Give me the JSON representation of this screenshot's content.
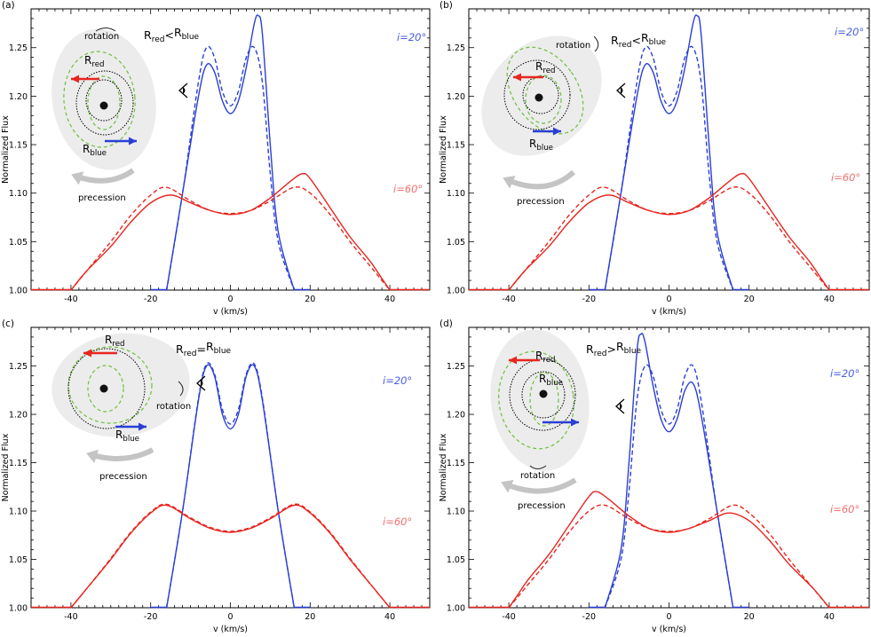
{
  "figure_colors": {
    "red": "#e8251f",
    "blue": "#2a3fd6",
    "red_label": "#f07070",
    "blue_label": "#4a5fe6",
    "green": "#6fbf3f",
    "disk": "#ececec",
    "arrow_gray": "#c4c4c4"
  },
  "panels": [
    {
      "tag": "(a)",
      "relation": {
        "left": "R",
        "left_sub": "red",
        "op": "<",
        "right": "R",
        "right_sub": "blue"
      },
      "label_rred": "R",
      "label_rred_sub": "red",
      "label_rblue": "R",
      "label_rblue_sub": "blue",
      "label_rotation": "rotation",
      "label_precession": "precession",
      "i20_label": "i=20°",
      "i60_label": "i=60°"
    },
    {
      "tag": "(b)",
      "relation": {
        "left": "R",
        "left_sub": "red",
        "op": "<",
        "right": "R",
        "right_sub": "blue"
      },
      "label_rred": "R",
      "label_rred_sub": "red",
      "label_rblue": "R",
      "label_rblue_sub": "blue",
      "label_rotation": "rotation",
      "label_precession": "precession",
      "i20_label": "i=20°",
      "i60_label": "i=60°"
    },
    {
      "tag": "(c)",
      "relation": {
        "left": "R",
        "left_sub": "red",
        "op": "=",
        "right": "R",
        "right_sub": "blue"
      },
      "label_rred": "R",
      "label_rred_sub": "red",
      "label_rblue": "R",
      "label_rblue_sub": "blue",
      "label_rotation": "rotation",
      "label_precession": "precession",
      "i20_label": "i=20°",
      "i60_label": "i=60°"
    },
    {
      "tag": "(d)",
      "relation": {
        "left": "R",
        "left_sub": "red",
        "op": ">",
        "right": "R",
        "right_sub": "blue"
      },
      "label_rred": "R",
      "label_rred_sub": "red",
      "label_rblue": "R",
      "label_rblue_sub": "blue",
      "label_rotation": "rotation",
      "label_precession": "precession",
      "i20_label": "i=20°",
      "i60_label": "i=60°"
    }
  ],
  "chart_data": [
    {
      "type": "line",
      "xlabel": "v (km/s)",
      "ylabel": "Normalized Flux",
      "xlim": [
        -50,
        50
      ],
      "ylim": [
        1.0,
        1.29
      ],
      "xticks": [
        -40,
        -20,
        0,
        20,
        40
      ],
      "yticks": [
        1.0,
        1.05,
        1.1,
        1.15,
        1.2,
        1.25
      ],
      "series": [
        {
          "name": "i=20°",
          "style": "solid",
          "color": "blue",
          "x": [
            -16,
            -12,
            -8,
            -6,
            -4,
            -2,
            0,
            2,
            4,
            6,
            7,
            8,
            10,
            12,
            16
          ],
          "y": [
            1.0,
            1.1,
            1.2,
            1.232,
            1.225,
            1.195,
            1.182,
            1.195,
            1.23,
            1.275,
            1.283,
            1.265,
            1.15,
            1.06,
            1.0
          ]
        },
        {
          "style": "dashed",
          "color": "blue",
          "x": [
            -16,
            -12,
            -8,
            -6,
            -4,
            -2,
            0,
            2,
            4,
            6,
            8,
            10,
            12,
            16
          ],
          "y": [
            1.0,
            1.1,
            1.215,
            1.25,
            1.24,
            1.205,
            1.19,
            1.205,
            1.24,
            1.25,
            1.215,
            1.12,
            1.05,
            1.0
          ]
        },
        {
          "name": "i=60°",
          "style": "solid",
          "color": "red",
          "x": [
            -40,
            -36,
            -30,
            -25,
            -20,
            -15,
            -10,
            -5,
            0,
            5,
            10,
            15,
            18,
            20,
            25,
            30,
            35,
            38,
            40
          ],
          "y": [
            1.0,
            1.02,
            1.045,
            1.07,
            1.09,
            1.098,
            1.09,
            1.082,
            1.078,
            1.082,
            1.095,
            1.112,
            1.12,
            1.115,
            1.085,
            1.055,
            1.03,
            1.012,
            1.0
          ]
        },
        {
          "style": "dashed",
          "color": "red",
          "x": [
            -40,
            -36,
            -30,
            -25,
            -20,
            -16,
            -10,
            -5,
            0,
            5,
            10,
            16,
            20,
            25,
            30,
            35,
            38,
            40
          ],
          "y": [
            1.0,
            1.02,
            1.05,
            1.077,
            1.098,
            1.106,
            1.092,
            1.082,
            1.079,
            1.082,
            1.092,
            1.106,
            1.1,
            1.078,
            1.05,
            1.025,
            1.01,
            1.0
          ]
        }
      ]
    },
    {
      "type": "line",
      "xlabel": "v (km/s)",
      "ylabel": "Normalized Flux",
      "xlim": [
        -50,
        50
      ],
      "ylim": [
        1.0,
        1.29
      ],
      "xticks": [
        -40,
        -20,
        0,
        20,
        40
      ],
      "yticks": [
        1.0,
        1.05,
        1.1,
        1.15,
        1.2,
        1.25
      ],
      "series": [
        {
          "name": "i=20°",
          "style": "solid",
          "color": "blue",
          "x": [
            -16,
            -12,
            -8,
            -6,
            -4,
            -2,
            0,
            2,
            4,
            6,
            7,
            8,
            10,
            12,
            16
          ],
          "y": [
            1.0,
            1.1,
            1.2,
            1.232,
            1.225,
            1.195,
            1.182,
            1.195,
            1.23,
            1.275,
            1.283,
            1.265,
            1.15,
            1.06,
            1.0
          ]
        },
        {
          "style": "dashed",
          "color": "blue",
          "x": [
            -16,
            -12,
            -8,
            -6,
            -4,
            -2,
            0,
            2,
            4,
            6,
            8,
            10,
            12,
            16
          ],
          "y": [
            1.0,
            1.1,
            1.215,
            1.25,
            1.24,
            1.205,
            1.19,
            1.205,
            1.24,
            1.25,
            1.215,
            1.12,
            1.05,
            1.0
          ]
        },
        {
          "name": "i=60°",
          "style": "solid",
          "color": "red",
          "x": [
            -40,
            -36,
            -30,
            -25,
            -20,
            -15,
            -10,
            -5,
            0,
            5,
            10,
            15,
            18,
            20,
            25,
            30,
            35,
            38,
            40
          ],
          "y": [
            1.0,
            1.02,
            1.045,
            1.07,
            1.09,
            1.098,
            1.09,
            1.082,
            1.078,
            1.082,
            1.095,
            1.112,
            1.12,
            1.115,
            1.085,
            1.055,
            1.03,
            1.012,
            1.0
          ]
        },
        {
          "style": "dashed",
          "color": "red",
          "x": [
            -40,
            -36,
            -30,
            -25,
            -20,
            -16,
            -10,
            -5,
            0,
            5,
            10,
            16,
            20,
            25,
            30,
            35,
            38,
            40
          ],
          "y": [
            1.0,
            1.02,
            1.05,
            1.077,
            1.098,
            1.106,
            1.092,
            1.082,
            1.079,
            1.082,
            1.092,
            1.106,
            1.1,
            1.078,
            1.05,
            1.025,
            1.01,
            1.0
          ]
        }
      ]
    },
    {
      "type": "line",
      "xlabel": "v (km/s)",
      "ylabel": "Normalized Flux",
      "xlim": [
        -50,
        50
      ],
      "ylim": [
        1.0,
        1.29
      ],
      "xticks": [
        -40,
        -20,
        0,
        20,
        40
      ],
      "yticks": [
        1.0,
        1.05,
        1.1,
        1.15,
        1.2,
        1.25
      ],
      "series": [
        {
          "name": "i=20°",
          "style": "solid",
          "color": "blue",
          "x": [
            -16,
            -12,
            -8,
            -6,
            -4,
            -2,
            0,
            2,
            4,
            6,
            8,
            12,
            16
          ],
          "y": [
            1.0,
            1.1,
            1.215,
            1.25,
            1.24,
            1.2,
            1.185,
            1.2,
            1.24,
            1.25,
            1.215,
            1.1,
            1.0
          ]
        },
        {
          "style": "dashed",
          "color": "blue",
          "x": [
            -16,
            -12,
            -8,
            -6,
            -4,
            -2,
            0,
            2,
            4,
            6,
            8,
            12,
            16
          ],
          "y": [
            1.0,
            1.1,
            1.217,
            1.252,
            1.242,
            1.205,
            1.19,
            1.205,
            1.242,
            1.252,
            1.217,
            1.1,
            1.0
          ]
        },
        {
          "name": "i=60°",
          "style": "solid",
          "color": "red",
          "x": [
            -40,
            -36,
            -30,
            -25,
            -20,
            -16,
            -10,
            -5,
            0,
            5,
            10,
            16,
            20,
            25,
            30,
            36,
            40
          ],
          "y": [
            1.0,
            1.02,
            1.05,
            1.077,
            1.098,
            1.106,
            1.092,
            1.082,
            1.078,
            1.082,
            1.092,
            1.106,
            1.098,
            1.077,
            1.05,
            1.02,
            1.0
          ]
        },
        {
          "style": "dashed",
          "color": "red",
          "x": [
            -40,
            -36,
            -30,
            -25,
            -20,
            -16,
            -10,
            -5,
            0,
            5,
            10,
            16,
            20,
            25,
            30,
            36,
            40
          ],
          "y": [
            1.0,
            1.02,
            1.051,
            1.078,
            1.099,
            1.107,
            1.093,
            1.083,
            1.079,
            1.083,
            1.093,
            1.107,
            1.099,
            1.078,
            1.051,
            1.02,
            1.0
          ]
        }
      ]
    },
    {
      "type": "line",
      "xlabel": "v (km/s)",
      "ylabel": "Normalized Flux",
      "xlim": [
        -50,
        50
      ],
      "ylim": [
        1.0,
        1.29
      ],
      "xticks": [
        -40,
        -20,
        0,
        20,
        40
      ],
      "yticks": [
        1.0,
        1.05,
        1.1,
        1.15,
        1.2,
        1.25
      ],
      "series": [
        {
          "name": "i=20°",
          "style": "solid",
          "color": "blue",
          "x": [
            -16,
            -12,
            -10,
            -8,
            -7,
            -6,
            -4,
            -2,
            0,
            2,
            4,
            6,
            8,
            12,
            16
          ],
          "y": [
            1.0,
            1.06,
            1.15,
            1.265,
            1.283,
            1.275,
            1.23,
            1.195,
            1.182,
            1.195,
            1.225,
            1.232,
            1.2,
            1.1,
            1.0
          ]
        },
        {
          "style": "dashed",
          "color": "blue",
          "x": [
            -16,
            -12,
            -10,
            -8,
            -6,
            -4,
            -2,
            0,
            2,
            4,
            6,
            8,
            12,
            16
          ],
          "y": [
            1.0,
            1.05,
            1.12,
            1.215,
            1.25,
            1.24,
            1.205,
            1.19,
            1.205,
            1.24,
            1.25,
            1.215,
            1.1,
            1.0
          ]
        },
        {
          "name": "i=60°",
          "style": "solid",
          "color": "red",
          "x": [
            -40,
            -38,
            -35,
            -30,
            -25,
            -20,
            -18,
            -15,
            -10,
            -5,
            0,
            5,
            10,
            15,
            20,
            25,
            30,
            36,
            40
          ],
          "y": [
            1.0,
            1.012,
            1.03,
            1.055,
            1.085,
            1.115,
            1.12,
            1.112,
            1.095,
            1.082,
            1.078,
            1.082,
            1.09,
            1.098,
            1.09,
            1.07,
            1.045,
            1.02,
            1.0
          ]
        },
        {
          "style": "dashed",
          "color": "red",
          "x": [
            -40,
            -38,
            -35,
            -30,
            -25,
            -20,
            -16,
            -10,
            -5,
            0,
            5,
            10,
            16,
            20,
            25,
            30,
            36,
            40
          ],
          "y": [
            1.0,
            1.01,
            1.025,
            1.05,
            1.078,
            1.1,
            1.106,
            1.092,
            1.082,
            1.079,
            1.082,
            1.092,
            1.106,
            1.098,
            1.077,
            1.05,
            1.02,
            1.0
          ]
        }
      ]
    }
  ]
}
